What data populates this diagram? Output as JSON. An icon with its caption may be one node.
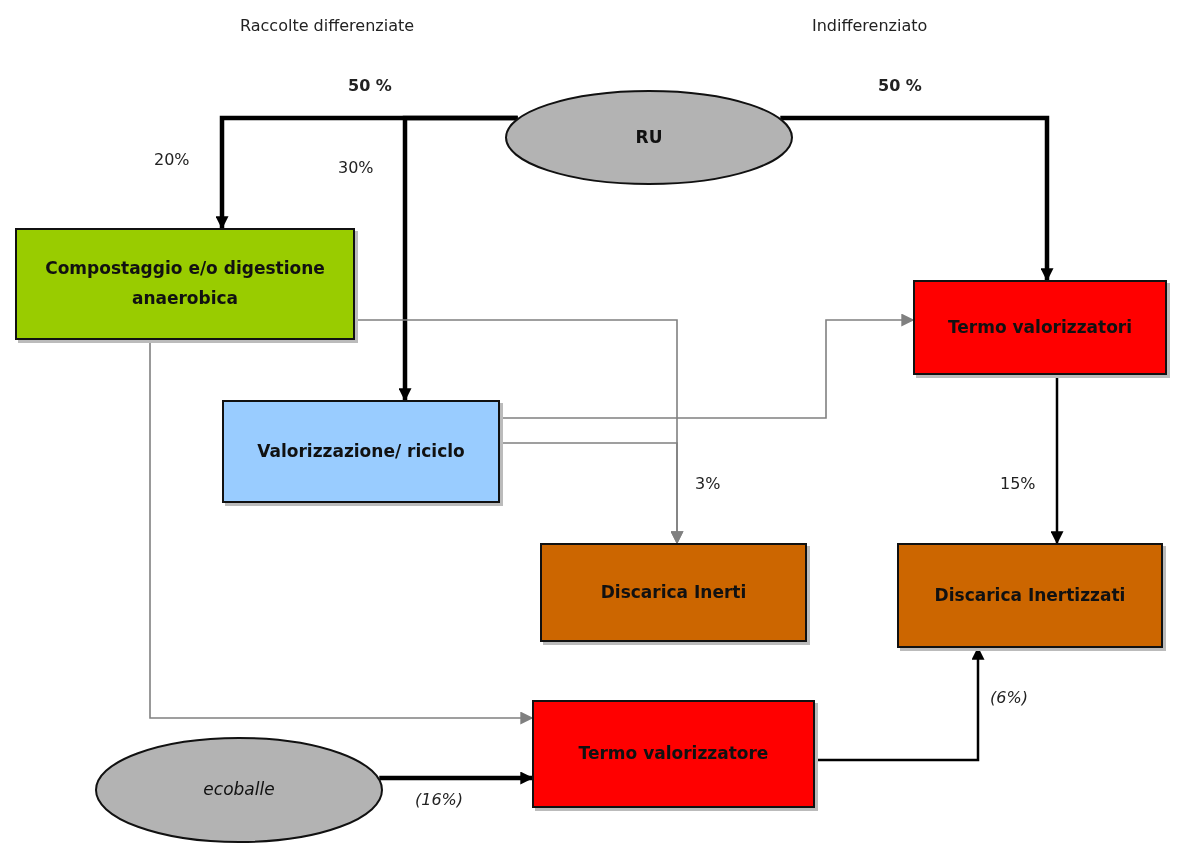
{
  "diagram": {
    "nodes": [
      {
        "text": [
          "RU"
        ]
      },
      {
        "text": [
          "Compostaggio e/o digestione anaerobica"
        ]
      },
      {
        "text": [
          "Valorizzazione/ riciclo"
        ]
      },
      {
        "text": [
          "Termo valorizzatori"
        ]
      },
      {
        "text": [
          "Discarica Inerti"
        ]
      },
      {
        "text": [
          "Discarica Inertizzati"
        ]
      },
      {
        "text": [
          "Termo valorizzatore"
        ]
      },
      {
        "text": [
          "ecoballe"
        ]
      }
    ],
    "edges": [
      {
        "from": 0,
        "to": 1,
        "arrow": "to",
        "label": "20%",
        "style": "thick"
      },
      {
        "from": 0,
        "to": 2,
        "arrow": "to",
        "label": "30%",
        "style": "thick"
      },
      {
        "from": 0,
        "to": 3,
        "arrow": "to",
        "label": "50 %",
        "style": "thick"
      },
      {
        "from": 1,
        "to": 4,
        "arrow": "to",
        "label": "3%",
        "color": "#808080"
      },
      {
        "from": 2,
        "to": 3,
        "arrow": "to",
        "color": "#808080"
      },
      {
        "from": 2,
        "to": 4,
        "arrow": "to",
        "color": "#808080"
      },
      {
        "from": 3,
        "to": 5,
        "arrow": "to",
        "label": "15%"
      },
      {
        "from": 1,
        "to": 6,
        "arrow": "to",
        "color": "#808080"
      },
      {
        "from": 7,
        "to": 6,
        "arrow": "to",
        "label": "(16%)",
        "style": "thick"
      },
      {
        "from": 6,
        "to": 5,
        "arrow": "to",
        "label": "(6%)"
      }
    ],
    "labels": [
      "Raccolte differenziate",
      "Indifferenziato",
      "50 %"
    ]
  }
}
